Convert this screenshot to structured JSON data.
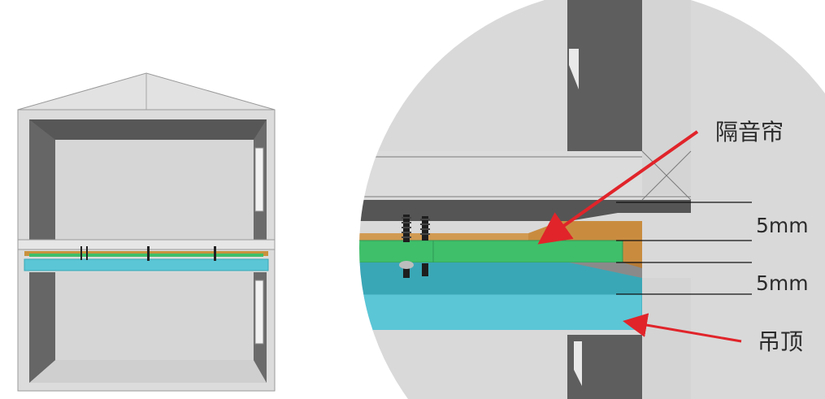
{
  "labels": {
    "soundproof_curtain": "隔音帘",
    "thickness_top": "5mm",
    "thickness_bottom": "5mm",
    "ceiling": "吊顶"
  },
  "colors": {
    "wall_light": "#dcdcdc",
    "wall_mid": "#c9c9c9",
    "wall_dark": "#5f5f5f",
    "wood": "#d19a52",
    "soundproof_green": "#3fbf6a",
    "ceiling_cyan": "#5bc6d6",
    "ceiling_cyan_dark": "#3aa7b6",
    "arrow_red": "#e0242a"
  }
}
